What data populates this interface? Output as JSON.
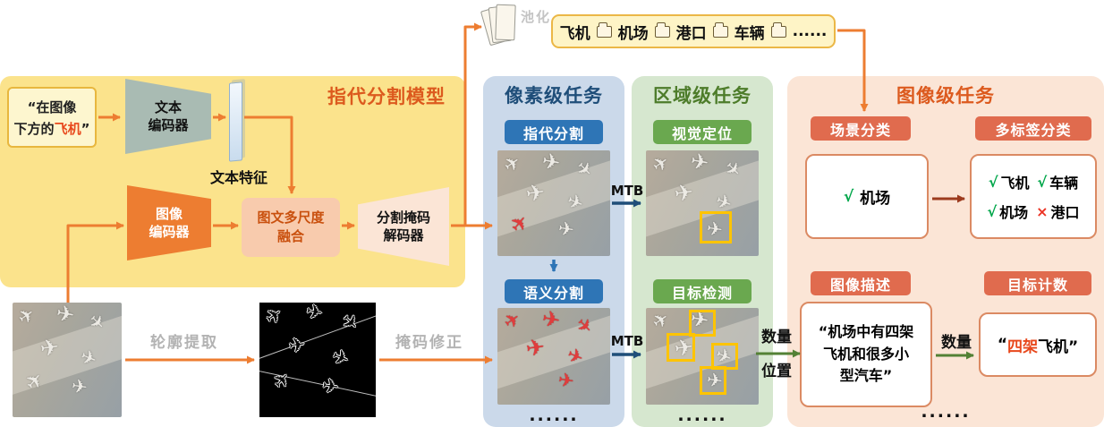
{
  "colors": {
    "accent_orange": "#ED7D31",
    "highlight_red_orange": "#E8481C",
    "pixel_blue": "#2E75B6",
    "pixel_title_blue": "#1F4E79",
    "region_green": "#6AA84F",
    "region_title_green": "#4D7C2A",
    "image_salmon": "#E06B4E",
    "image_title_orange": "#DC5A1E",
    "check_green": "#00A64A",
    "cross_red": "#EB3223",
    "detection_yellow": "#FFC400"
  },
  "icons": {
    "plane": "✈"
  },
  "top": {
    "pooling_label": "池化",
    "cat1": "飞机",
    "cat2": "机场",
    "cat3": "港口",
    "cat4": "车辆",
    "ellipsis": "......"
  },
  "model": {
    "title": "指代分割模型",
    "query_line1": "“在图像",
    "query_line2_pre": "下方的",
    "query_highlight": "飞机",
    "query_close": "”",
    "text_encoder_l1": "文本",
    "text_encoder_l2": "编码器",
    "text_feature": "文本特征",
    "image_encoder_l1": "图像",
    "image_encoder_l2": "编码器",
    "fusion_l1": "图文多尺度",
    "fusion_l2": "融合",
    "decoder_l1": "分割掩码",
    "decoder_l2": "解码器"
  },
  "bottom": {
    "contour_label": "轮廓提取",
    "mask_label": "掩码修正"
  },
  "pixel_panel": {
    "title": "像素级任务",
    "task1": "指代分割",
    "task2": "语义分割",
    "dots": "......"
  },
  "region_panel": {
    "title": "区域级任务",
    "task1": "视觉定位",
    "task2": "目标检测",
    "dots": "......",
    "mtb_top": "MTB",
    "mtb_bottom": "MTB"
  },
  "flow": {
    "quantity": "数量",
    "position": "位置",
    "quantity2": "数量"
  },
  "image_panel": {
    "title": "图像级任务",
    "scene_label": "场景分类",
    "scene_check": "√",
    "scene_value": "机场",
    "multilabel_label": "多标签分类",
    "ml": {
      "c1": "√",
      "t1": "飞机",
      "c2": "√",
      "t2": "车辆",
      "c3": "√",
      "t3": "机场",
      "c4": "×",
      "t4": "港口"
    },
    "caption_label": "图像描述",
    "caption_text": "“机场中有四架飞机和很多小型汽车”",
    "count_label": "目标计数",
    "count_open": "“",
    "count_highlight": "四架",
    "count_rest": "飞机”",
    "dots": "......"
  }
}
